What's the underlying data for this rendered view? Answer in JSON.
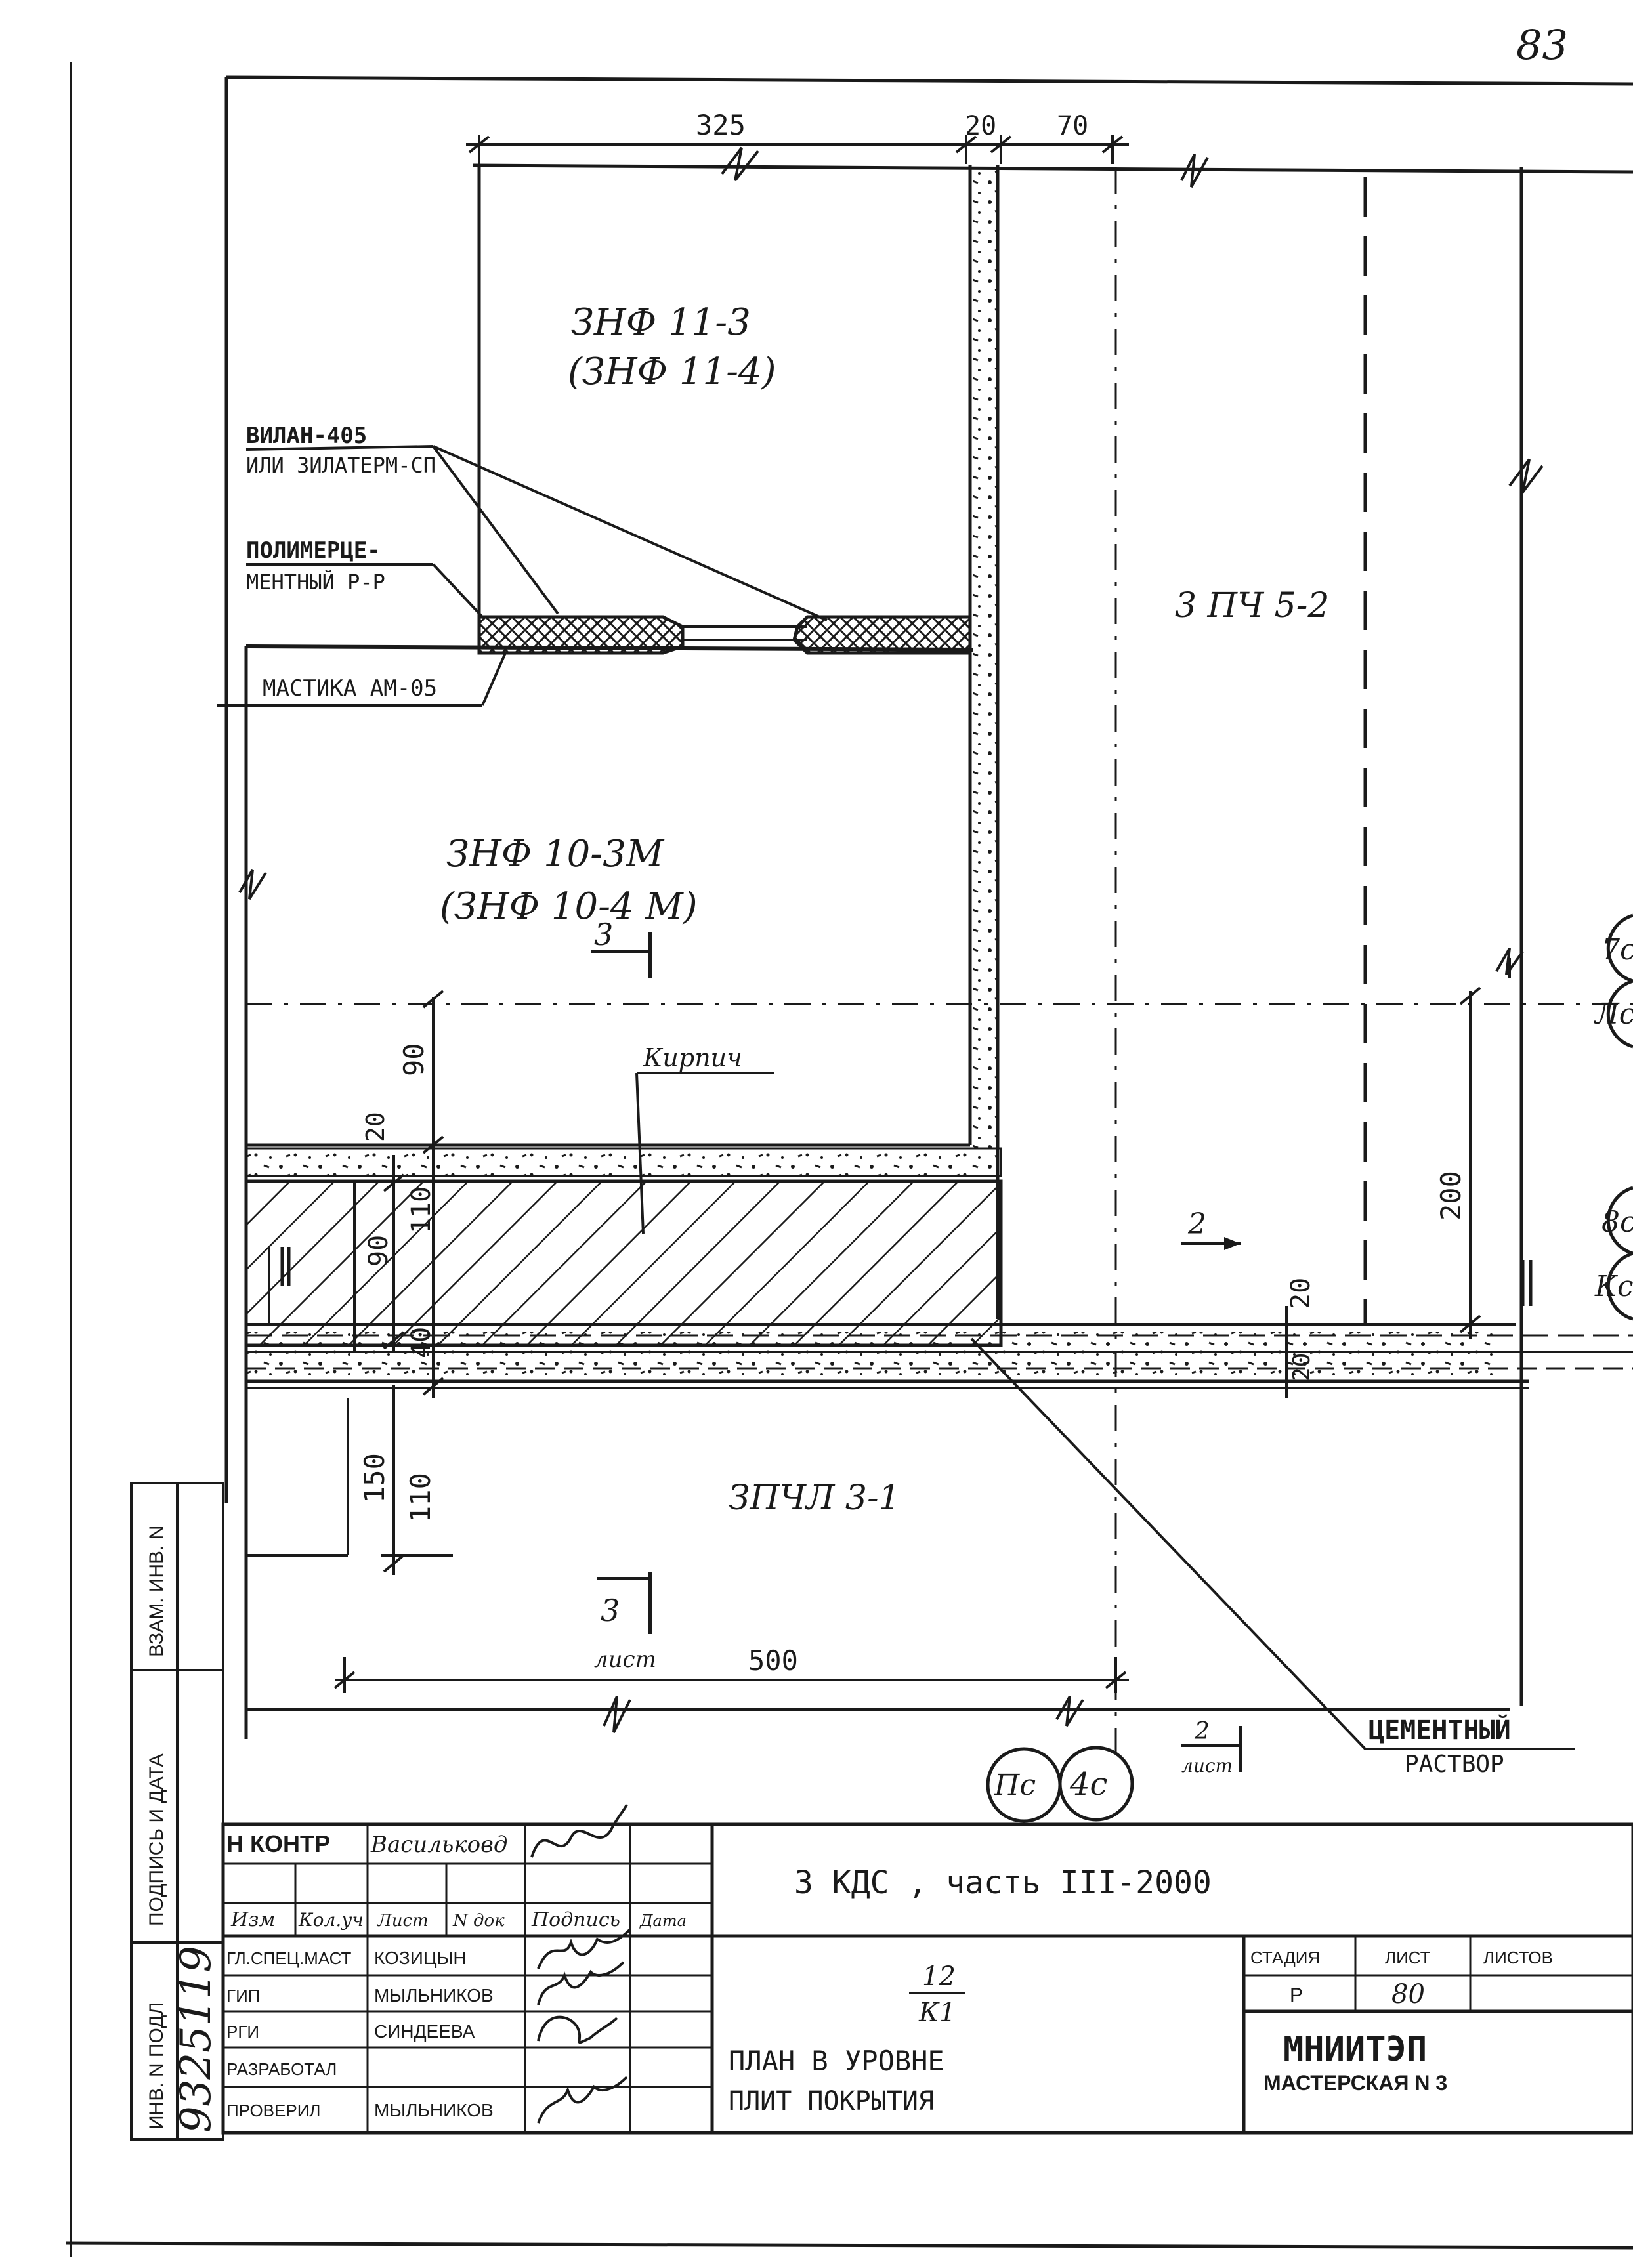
{
  "page_number": "83",
  "dimensions": {
    "top_325": "325",
    "top_20": "20",
    "top_70": "70",
    "v_90": "90",
    "v_20a": "20",
    "v_110a": "110",
    "v_90b": "90",
    "v_40": "40",
    "v_150": "150",
    "v_110b": "110",
    "v_200": "200",
    "v_20b": "20",
    "v_20c": "20",
    "bottom_500": "500"
  },
  "labels": {
    "panel_top_1": "ЗНФ 11-3",
    "panel_top_2": "(ЗНФ 11-4)",
    "vilan_1": "ВИЛАН-405",
    "vilan_2": "ИЛИ ЗИЛАТЕРМ-СП",
    "polymer_1": "ПОЛИМЕРЦЕ-",
    "polymer_2": "МЕНТНЫЙ Р-Р",
    "mastika": "МАСТИКА АМ-05",
    "panel_right": "3 ПЧ 5-2",
    "panel_mid_1": "ЗНФ   10-3М",
    "panel_mid_2": "(ЗНФ   10-4 М)",
    "section_3_top": "3",
    "kirpich": "Кирпич",
    "section_2": "2",
    "panel_bottom": "ЗПЧЛ 3-1",
    "section_3_bottom": "3",
    "sheet_word_1": "лист",
    "section_2_bottom": "2",
    "sheet_word_2": "лист",
    "cement_1": "ЦЕМЕНТНЫЙ",
    "cement_2": "РАСТВОР"
  },
  "axes": {
    "a1": "7с",
    "a2": "Лс",
    "a3": "8с",
    "a4": "Кс",
    "b1": "Пс",
    "b2": "4с"
  },
  "side_stamp": {
    "inv_podl": "ИНВ. N ПОДЛ",
    "podpis_data": "ПОДПИСЬ И ДАТА",
    "vzam_inv": "ВЗАМ. ИНВ. N",
    "inv_number": "9325119"
  },
  "title_block": {
    "n_kontr": "Н КОНТР",
    "n_kontr_name": "Васильковд",
    "headers": [
      "Изм",
      "Кол.уч",
      "Лист",
      "N док",
      "Подпись",
      "Дата"
    ],
    "rows": [
      {
        "role": "ГЛ.СПЕЦ.МАСТ",
        "name": "КОЗИЦЫН"
      },
      {
        "role": "ГИП",
        "name": "МЫЛЬНИКОВ"
      },
      {
        "role": "РГИ",
        "name": "СИНДЕЕВА"
      },
      {
        "role": "РАЗРАБОТАЛ",
        "name": ""
      },
      {
        "role": "ПРОВЕРИЛ",
        "name": "МЫЛЬНИКОВ"
      }
    ],
    "project": "3 КДС , часть III-2000",
    "code_top": "12",
    "code_bottom": "К1",
    "sheet_title_1": "ПЛАН В УРОВНЕ",
    "sheet_title_2": "ПЛИТ ПОКРЫТИЯ",
    "stage_label": "СТАДИЯ",
    "sheet_label": "ЛИСТ",
    "sheets_label": "ЛИСТОВ",
    "stage": "Р",
    "sheet": "80",
    "sheets": "",
    "org_1": "МНИИТЭП",
    "org_2": "МАСТЕРСКАЯ N 3"
  }
}
